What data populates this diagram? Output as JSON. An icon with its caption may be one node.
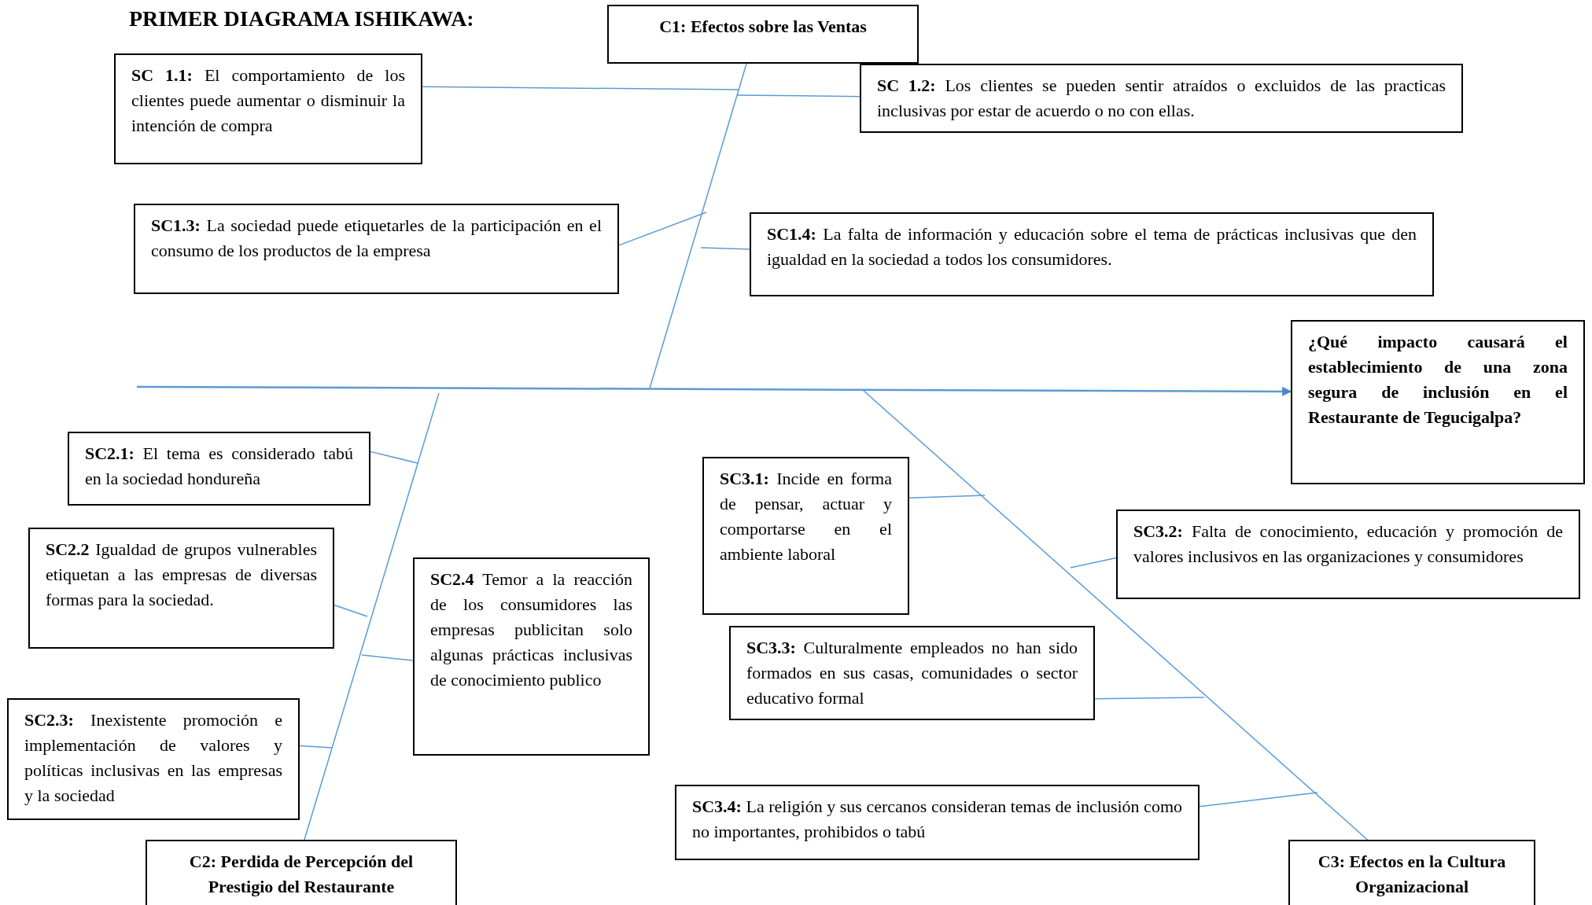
{
  "diagram": {
    "title": "PRIMER DIAGRAMA ISHIKAWA:",
    "nodes": [
      {
        "text": [
          "C1: Efectos sobre las Ventas"
        ]
      },
      {
        "text": [
          "**SC 1.1:** El comportamiento de los clientes puede aumentar o disminuir la intención de compra"
        ]
      },
      {
        "text": [
          "**SC 1.2:** Los clientes se pueden sentir atraídos o excluidos de las practicas inclusivas por estar de acuerdo o no con ellas."
        ]
      },
      {
        "text": [
          "**SC1.3:** La sociedad puede etiquetarles de la participación en el consumo de los productos de la empresa"
        ]
      },
      {
        "text": [
          "**SC1.4:** La falta de información y educación sobre el tema de prácticas inclusivas que den igualdad en la sociedad a todos los consumidores."
        ]
      },
      {
        "text": [
          "¿Qué impacto causará el establecimiento de una zona segura de inclusión en el Restaurante de Tegucigalpa?"
        ]
      },
      {
        "text": [
          "**SC2.1:** El tema es considerado tabú en la sociedad hondureña"
        ]
      },
      {
        "text": [
          "**SC2.2** Igualdad de grupos vulnerables etiquetan a las empresas de diversas formas para la sociedad."
        ]
      },
      {
        "text": [
          "**SC2.4** Temor a la reacción de los consumidores las empresas publicitan solo algunas prácticas inclusivas de conocimiento publico"
        ]
      },
      {
        "text": [
          "**SC2.3:** Inexistente promoción e implementación de valores y políticas inclusivas en las empresas y la sociedad"
        ]
      },
      {
        "text": [
          "C2: Perdida de Percepción del Prestigio del Restaurante"
        ]
      },
      {
        "text": [
          "**SC3.1:** Incide en forma de pensar, actuar y comportarse en el ambiente laboral"
        ]
      },
      {
        "text": [
          "**SC3.2:** Falta de conocimiento, educación y promoción de valores inclusivos en las organizaciones y consumidores"
        ]
      },
      {
        "text": [
          "**SC3.3:** Culturalmente empleados no han sido formados en sus casas, comunidades o sector educativo formal"
        ]
      },
      {
        "text": [
          "**SC3.4:** La religión y sus cercanos consideran temas de inclusión como no importantes, prohibidos o tabú"
        ]
      },
      {
        "text": [
          "C3: Efectos en la Cultura Organizacional"
        ]
      }
    ],
    "edges": [
      {
        "from": null,
        "to": 5,
        "arrow": "to"
      },
      {
        "from": 0,
        "to": null,
        "arrow": "none"
      },
      {
        "from": 10,
        "to": null,
        "arrow": "none"
      },
      {
        "from": 15,
        "to": null,
        "arrow": "none"
      },
      {
        "from": 1,
        "to": null,
        "arrow": "none"
      },
      {
        "from": 2,
        "to": null,
        "arrow": "none"
      },
      {
        "from": 3,
        "to": null,
        "arrow": "none"
      },
      {
        "from": 4,
        "to": null,
        "arrow": "none"
      },
      {
        "from": 6,
        "to": null,
        "arrow": "none"
      },
      {
        "from": 7,
        "to": null,
        "arrow": "none"
      },
      {
        "from": 8,
        "to": null,
        "arrow": "none"
      },
      {
        "from": 9,
        "to": null,
        "arrow": "none"
      },
      {
        "from": 11,
        "to": null,
        "arrow": "none"
      },
      {
        "from": 12,
        "to": null,
        "arrow": "none"
      },
      {
        "from": 13,
        "to": null,
        "arrow": "none"
      },
      {
        "from": 14,
        "to": null,
        "arrow": "none"
      }
    ]
  }
}
